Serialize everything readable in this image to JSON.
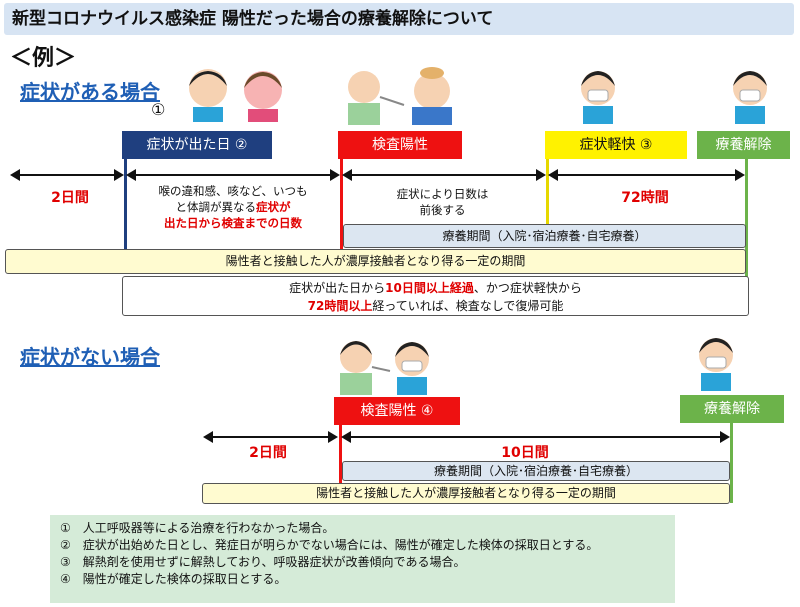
{
  "title": "新型コロナウイルス感染症 陽性だった場合の療養解除について",
  "example_label": "＜例＞",
  "symptomatic": {
    "heading": "症状がある場合",
    "heading_num": "①",
    "box_onset": "症状が出た日 ②",
    "box_positive": "検査陽性",
    "box_relief": "症状軽快 ③",
    "box_release": "療養解除",
    "two_days": "2日間",
    "onset_desc_1": "喉の違和感、咳など、いつも",
    "onset_desc_2a": "と体調が異なる",
    "onset_desc_2b": "症状が",
    "onset_desc_3": "出た日から検査までの日数",
    "varies_1": "症状により日数は",
    "varies_2": "前後する",
    "seventy_two": "72時間",
    "care_period": "療養期間（入院･宿泊療養･自宅療養）",
    "contact_period": "陽性者と接触した人が濃厚接触者となり得る一定の期間",
    "release_cond_1a": "症状が出た日から",
    "release_cond_1b": "10日間以上経過",
    "release_cond_1c": "、かつ症状軽快から",
    "release_cond_2a": "72時間以上",
    "release_cond_2b": "経っていれば、検査なしで復帰可能"
  },
  "asymptomatic": {
    "heading": "症状がない場合",
    "box_positive": "検査陽性 ④",
    "box_release": "療養解除",
    "two_days": "2日間",
    "ten_days": "10日間",
    "care_period": "療養期間（入院･宿泊療養･自宅療養）",
    "contact_period": "陽性者と接触した人が濃厚接触者となり得る一定の期間"
  },
  "notes": [
    "①　人工呼吸器等による治療を行わなかった場合。",
    "②　症状が出始めた日とし、発症日が明らかでない場合には、陽性が確定した検体の採取日とする。",
    "③　解熱剤を使用せずに解熱しており、呼吸器症状が改善傾向である場合。",
    "④　陽性が確定した検体の採取日とする。"
  ]
}
